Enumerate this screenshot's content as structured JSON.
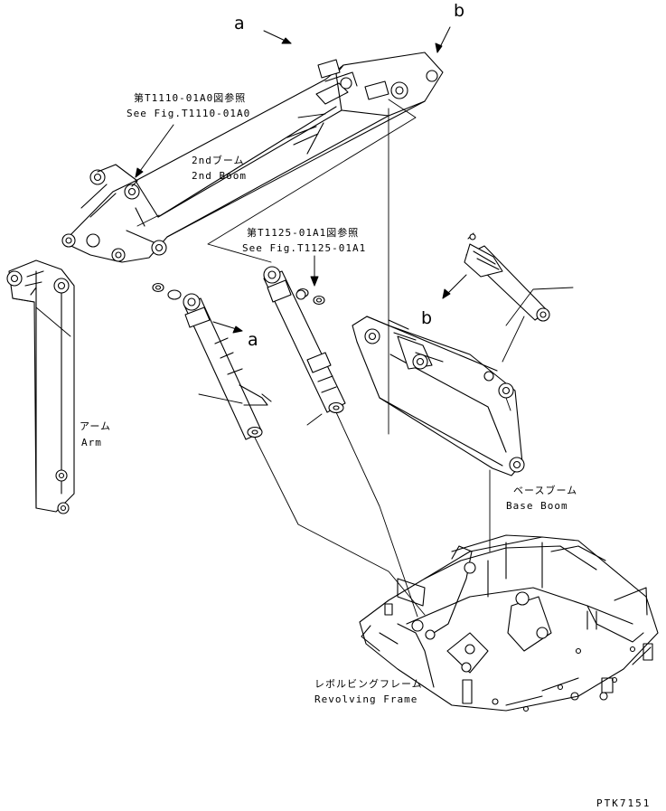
{
  "callouts": {
    "a_top": "a",
    "b_top": "b",
    "a_mid": "a",
    "b_mid": "b"
  },
  "refs": {
    "fig1_jp": "第T1110-01A0図参照",
    "fig1_en": "See Fig.T1110-01A0",
    "fig2_jp": "第T1125-01A1図参照",
    "fig2_en": "See Fig.T1125-01A1"
  },
  "parts": {
    "second_boom_jp": "2ndブーム",
    "second_boom_en": "2nd Boom",
    "arm_jp": "アーム",
    "arm_en": "Arm",
    "base_boom_jp": "ベースブーム",
    "base_boom_en": "Base Boom",
    "frame_jp": "レボルビングフレーム",
    "frame_en": "Revolving Frame"
  },
  "drawing_code": "PTK7151"
}
